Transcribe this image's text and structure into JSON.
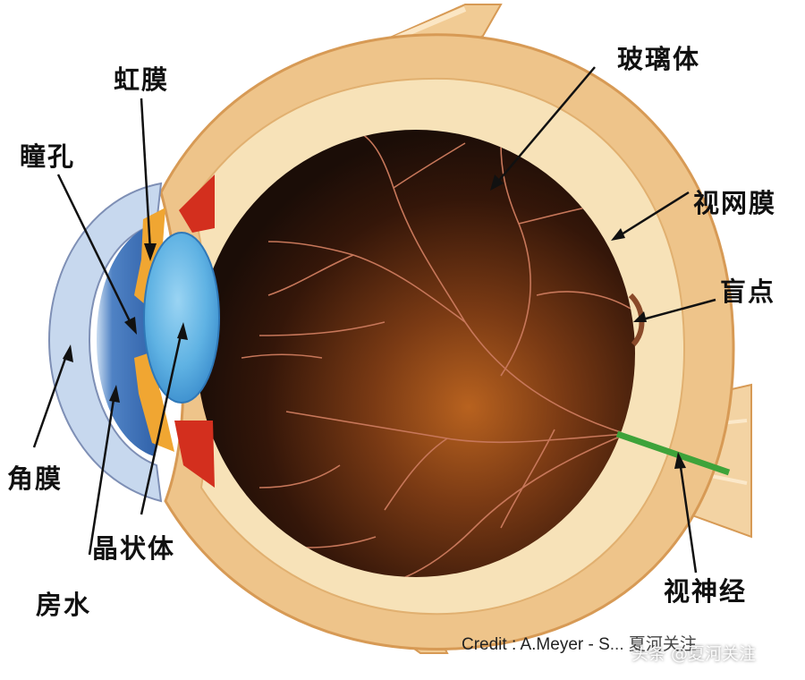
{
  "labels": {
    "iris": "虹膜",
    "pupil": "瞳孔",
    "vitreous": "玻璃体",
    "retina": "视网膜",
    "blind_spot": "盲点",
    "cornea": "角膜",
    "lens": "晶状体",
    "aqueous_humor": "房水",
    "optic_nerve": "视神经"
  },
  "credit": {
    "text": "Credit : A.Meyer - S",
    "tail": "... 夏河关注"
  },
  "watermark": {
    "text": "头条 @夏河关注"
  },
  "colors": {
    "sclera": "#eec48a",
    "sclera_edge": "#d79a55",
    "retina_band": "#f7e2b8",
    "fundus_center": "#b8621f",
    "fundus_dark": "#1b0d07",
    "lens": "#5fb2e3",
    "cornea": "#3b6fb5",
    "iris": "#f0a632",
    "ciliary": "#d32f1e",
    "optic_nerve": "#3ea33a",
    "vessels": "#c7775a"
  }
}
